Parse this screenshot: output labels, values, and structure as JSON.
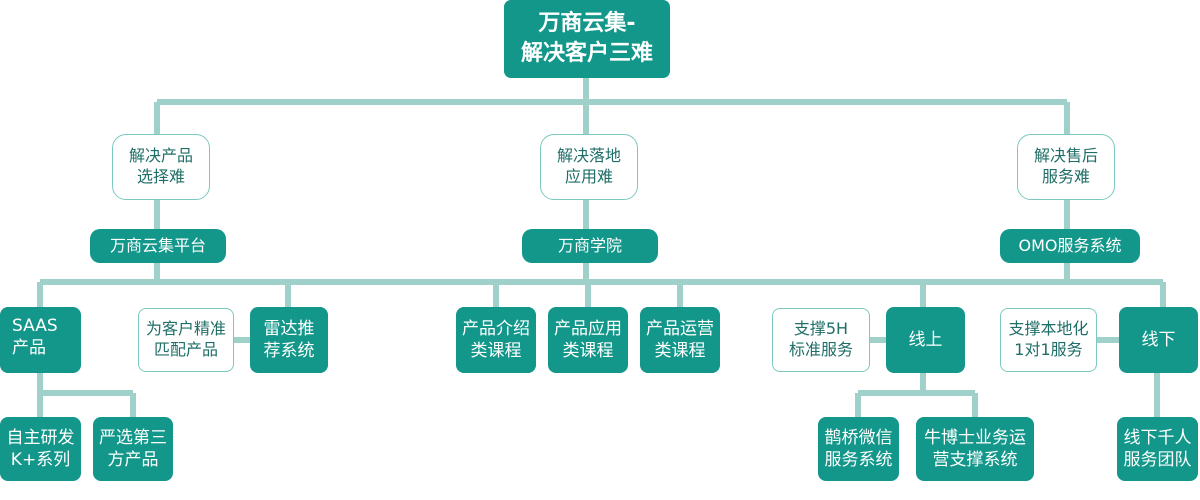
{
  "colors": {
    "primary": "#12978a",
    "connector": "#9fd0ca",
    "outline_border": "#7cc9c1",
    "outline_text": "#1f6e67"
  },
  "root": "万商云集-\n解决客户三难",
  "problems": [
    "解决产品\n选择难",
    "解决落地\n应用难",
    "解决售后\n服务难"
  ],
  "solutions": [
    "万商云集平台",
    "万商学院",
    "OMO服务系统"
  ],
  "platform": {
    "saas": "SAAS\n产品",
    "match": "为客户精准\n匹配产品",
    "radar": "雷达推\n荐系统",
    "self_dev": "自主研发\nK+系列",
    "third_party": "严选第三\n方产品"
  },
  "academy": {
    "courses": [
      "产品介绍\n类课程",
      "产品应用\n类课程",
      "产品运营\n类课程"
    ]
  },
  "omo": {
    "support_5h": "支撑5H\n标准服务",
    "online": "线上",
    "support_local": "支撑本地化\n1对1服务",
    "offline": "线下",
    "queqiao": "鹊桥微信\n服务系统",
    "niuboshi": "牛博士业务运\n营支撑系统",
    "offline_team": "线下千人\n服务团队"
  }
}
